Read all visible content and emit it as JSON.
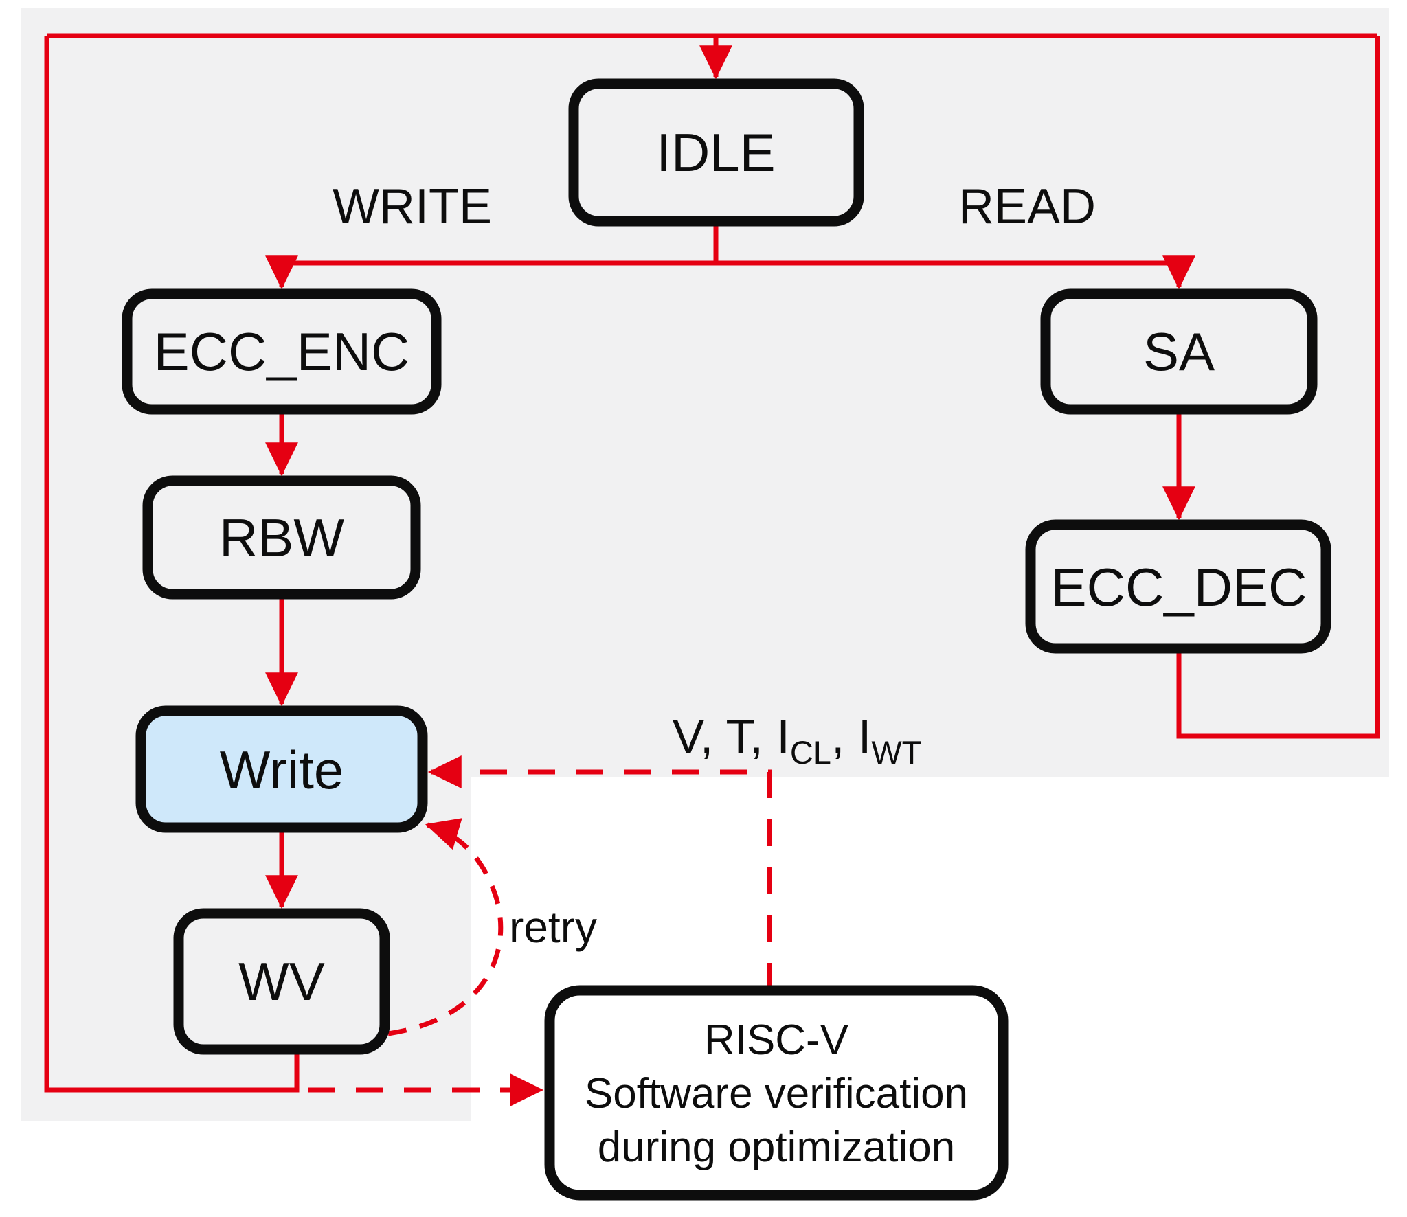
{
  "diagram": {
    "nodes": {
      "idle": {
        "label": "IDLE"
      },
      "ecc_enc": {
        "label": "ECC_ENC"
      },
      "rbw": {
        "label": "RBW"
      },
      "write": {
        "label": "Write"
      },
      "wv": {
        "label": "WV"
      },
      "sa": {
        "label": "SA"
      },
      "ecc_dec": {
        "label": "ECC_DEC"
      }
    },
    "riscv": {
      "line1": "RISC-V",
      "line2": "Software verification",
      "line3": "during optimization"
    },
    "branch_labels": {
      "write_path": "WRITE",
      "read_path": "READ"
    },
    "edge_labels": {
      "retry": "retry"
    },
    "signals_label": {
      "part1": "V, T, I",
      "sub1": "CL",
      "part2": ", I",
      "sub2": "WT"
    },
    "colors": {
      "arrow_red": "#e50012",
      "node_border": "#0d0d0d",
      "canvas_gray": "#f1f1f2",
      "write_fill": "#cfe8fa",
      "riscv_fill": "#ffffff"
    }
  }
}
